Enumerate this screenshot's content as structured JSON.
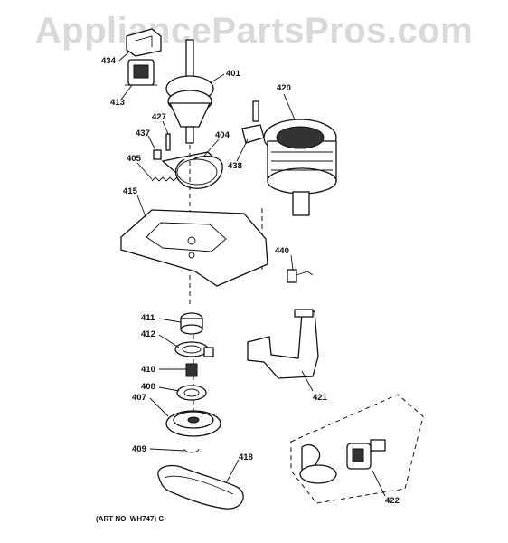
{
  "watermark": "AppliancePartsPros.com",
  "art_number": "(ART NO. WH747) C",
  "parts": [
    {
      "id": "434"
    },
    {
      "id": "413"
    },
    {
      "id": "401"
    },
    {
      "id": "420"
    },
    {
      "id": "427"
    },
    {
      "id": "437"
    },
    {
      "id": "404"
    },
    {
      "id": "438"
    },
    {
      "id": "405"
    },
    {
      "id": "415"
    },
    {
      "id": "440"
    },
    {
      "id": "411"
    },
    {
      "id": "412"
    },
    {
      "id": "410"
    },
    {
      "id": "421"
    },
    {
      "id": "408"
    },
    {
      "id": "407"
    },
    {
      "id": "409"
    },
    {
      "id": "418"
    },
    {
      "id": "422"
    }
  ]
}
